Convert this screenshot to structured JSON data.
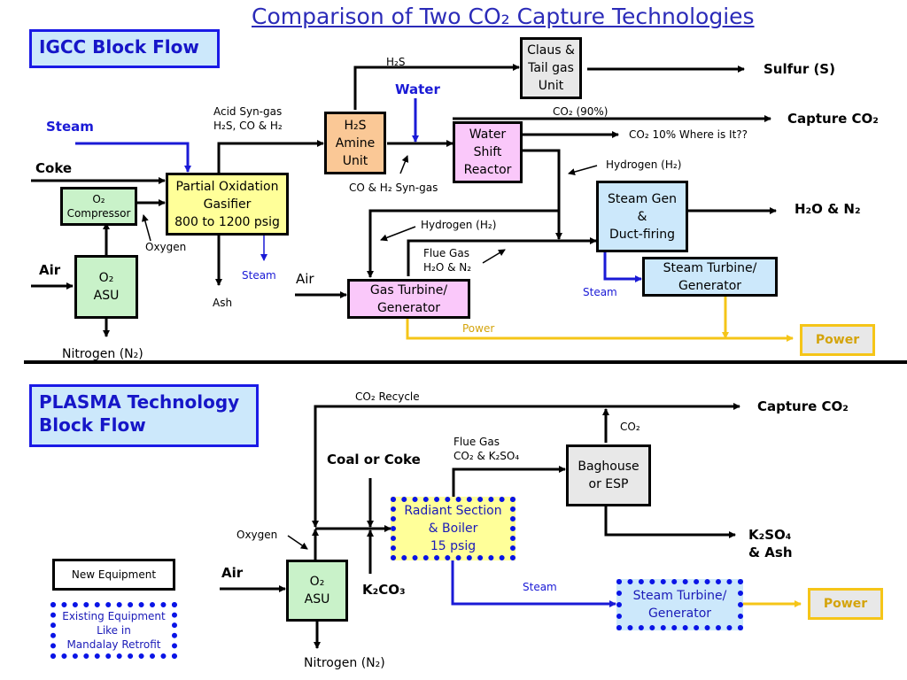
{
  "title": "Comparison of Two CO₂ Capture Technologies",
  "colors": {
    "flow": "#000000",
    "steam": "#1a1ad6",
    "power": "#f5c518",
    "accent": "#1a1ae6"
  },
  "igcc": {
    "section_label": "IGCC Block Flow",
    "inputs": {
      "steam": "Steam",
      "coke": "Coke",
      "air": "Air",
      "air2": "Air",
      "water": "Water"
    },
    "boxes": {
      "o2_compressor": "O₂\nCompressor",
      "o2_asu": "O₂\nASU",
      "gasifier": "Partial Oxidation\nGasifier\n800 to 1200 psig",
      "amine": "H₂S\nAmine\nUnit",
      "claus": "Claus &\nTail gas\nUnit",
      "shift": "Water\nShift\nReactor",
      "steam_gen": "Steam Gen\n&\nDuct-firing",
      "gas_turbine": "Gas Turbine/\nGenerator",
      "steam_turbine": "Steam Turbine/\nGenerator",
      "power": "Power"
    },
    "labels": {
      "h2s": "H₂S",
      "acid_syngas": "Acid Syn-gas\nH₂S, CO & H₂",
      "co_h2_syngas": "CO & H₂ Syn-gas",
      "co2_90": "CO₂ (90%)",
      "co2_10": "CO₂ 10% Where is It??",
      "hydrogen1": "Hydrogen (H₂)",
      "hydrogen2": "Hydrogen (H₂)",
      "flue_gas": "Flue Gas\nH₂O & N₂",
      "oxygen": "Oxygen",
      "steam_out": "Steam",
      "ash": "Ash",
      "nitrogen": "Nitrogen  (N₂)",
      "steam2": "Steam",
      "power_line": "Power"
    },
    "outputs": {
      "sulfur": "Sulfur (S)",
      "capture_co2": "Capture CO₂",
      "h2o_n2": "H₂O & N₂"
    }
  },
  "plasma": {
    "section_label": "PLASMA Technology\nBlock Flow",
    "inputs": {
      "coal": "Coal or Coke",
      "air": "Air",
      "k2co3": "K₂CO₃"
    },
    "boxes": {
      "o2_asu": "O₂\nASU",
      "radiant": "Radiant Section\n& Boiler\n15 psig",
      "baghouse": "Baghouse\nor ESP",
      "steam_turbine": "Steam Turbine/\nGenerator",
      "power": "Power"
    },
    "labels": {
      "co2_recycle": "CO₂ Recycle",
      "co2": "CO₂",
      "flue_gas": "Flue Gas\nCO₂ & K₂SO₄",
      "oxygen": "Oxygen",
      "steam": "Steam",
      "nitrogen": "Nitrogen (N₂)"
    },
    "outputs": {
      "capture_co2": "Capture CO₂",
      "k2so4_ash": "K₂SO₄\n& Ash"
    }
  },
  "legend": {
    "new_equipment": "New Equipment",
    "existing_equipment": "Existing Equipment\nLike in\nMandalay Retrofit"
  }
}
